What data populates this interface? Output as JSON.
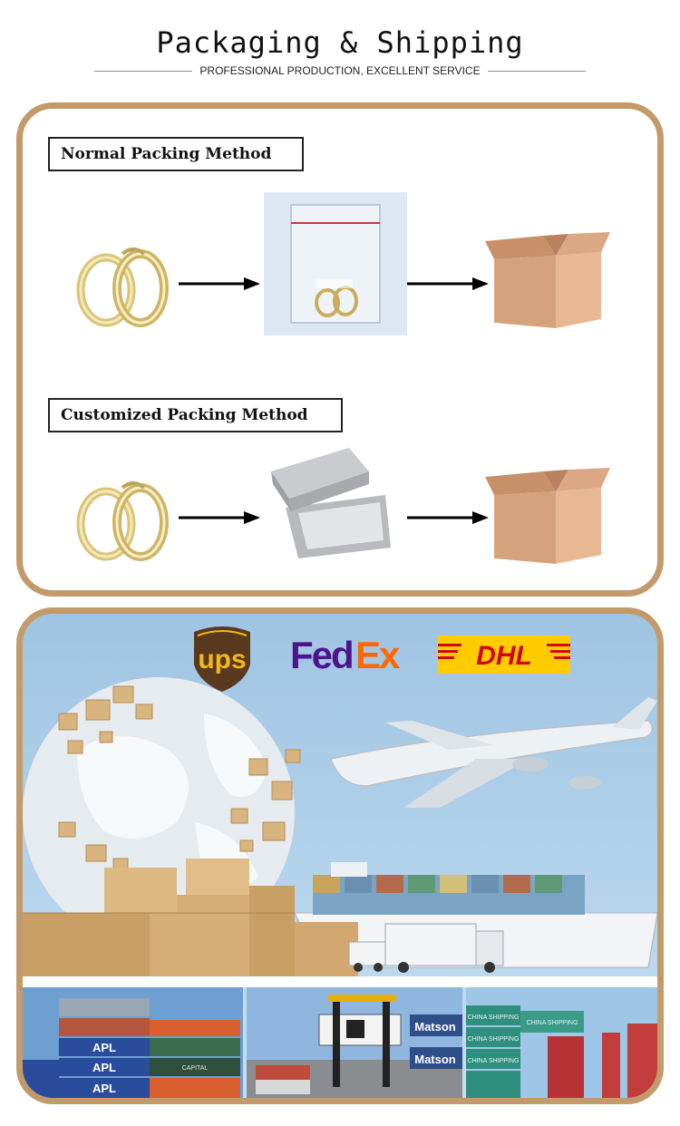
{
  "header": {
    "title": "Packaging & Shipping",
    "subtitle": "PROFESSIONAL PRODUCTION, EXCELLENT SERVICE"
  },
  "packing": {
    "normal_label": "Normal Packing Method",
    "custom_label": "Customized Packing Method"
  },
  "carriers": {
    "ups": "ups",
    "fedex_fed": "Fed",
    "fedex_ex": "Ex",
    "dhl": "DHL"
  },
  "containers": {
    "apl": "APL",
    "capital": "CAPITAL",
    "matson": "Matson",
    "china_shipping": "CHINA SHIPPING"
  },
  "colors": {
    "frame": "#c39b6a",
    "sky": "#a9cbe6",
    "ups_brown": "#5a3a1e",
    "ups_gold": "#f2b71a",
    "fedex_purple": "#4d148c",
    "fedex_orange": "#ff6600",
    "dhl_yellow": "#ffcc00",
    "dhl_red": "#d40511"
  },
  "icons": [
    "arrow-right-icon",
    "earring-image",
    "zip-bag-image",
    "carton-box-image",
    "gift-box-image",
    "globe-image",
    "airplane-image",
    "ship-image",
    "truck-image"
  ]
}
